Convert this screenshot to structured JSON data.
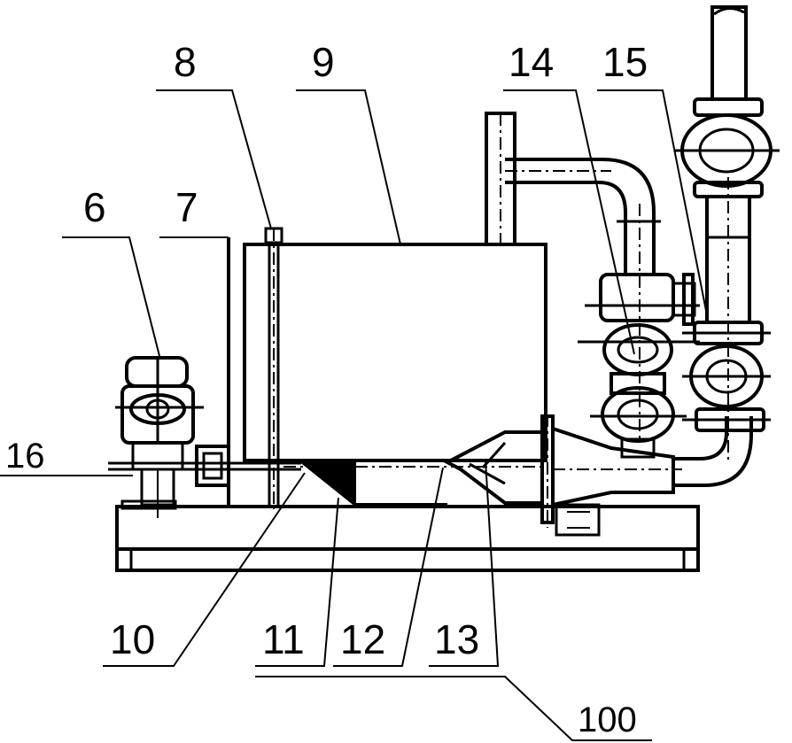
{
  "labels": {
    "l6": "6",
    "l7": "7",
    "l8": "8",
    "l9": "9",
    "l10": "10",
    "l11": "11",
    "l12": "12",
    "l13": "13",
    "l14": "14",
    "l15": "15",
    "l16": "16",
    "l100": "100"
  }
}
